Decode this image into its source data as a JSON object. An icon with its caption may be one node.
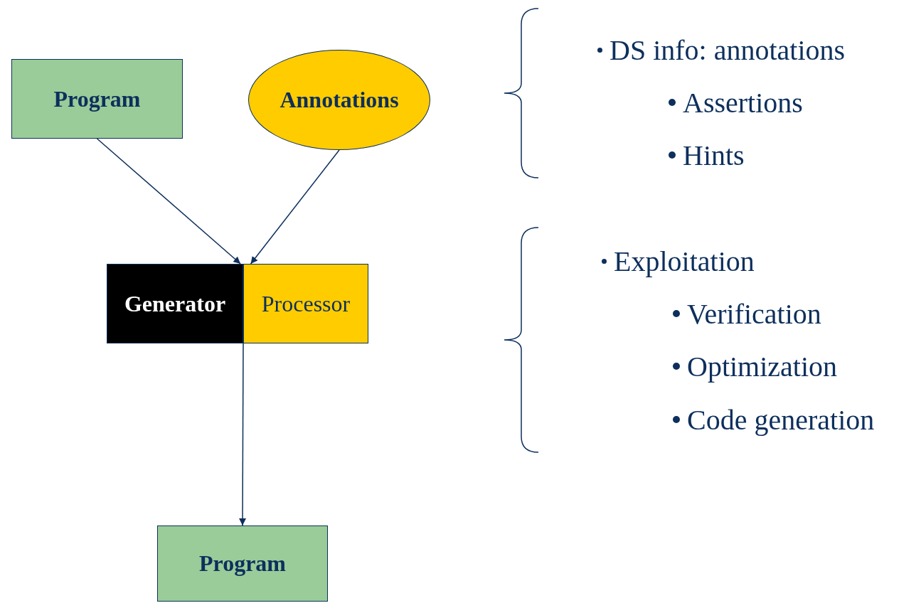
{
  "diagram": {
    "nodes": [
      {
        "text": [
          "Program"
        ]
      },
      {
        "text": [
          "Annotations"
        ]
      },
      {
        "text": [
          "Generator"
        ]
      },
      {
        "text": [
          "Processor"
        ]
      },
      {
        "text": [
          "Program"
        ]
      }
    ],
    "edges": [
      {
        "from": 0,
        "to": 2,
        "arrow": "to"
      },
      {
        "from": 1,
        "to": 3,
        "arrow": "to"
      },
      {
        "from": 2,
        "to": 4,
        "arrow": "to"
      }
    ],
    "labels": [
      "DS info: annotations",
      "Assertions",
      "Hints",
      "Exploitation",
      "Verification",
      "Optimization",
      "Code generation"
    ]
  }
}
